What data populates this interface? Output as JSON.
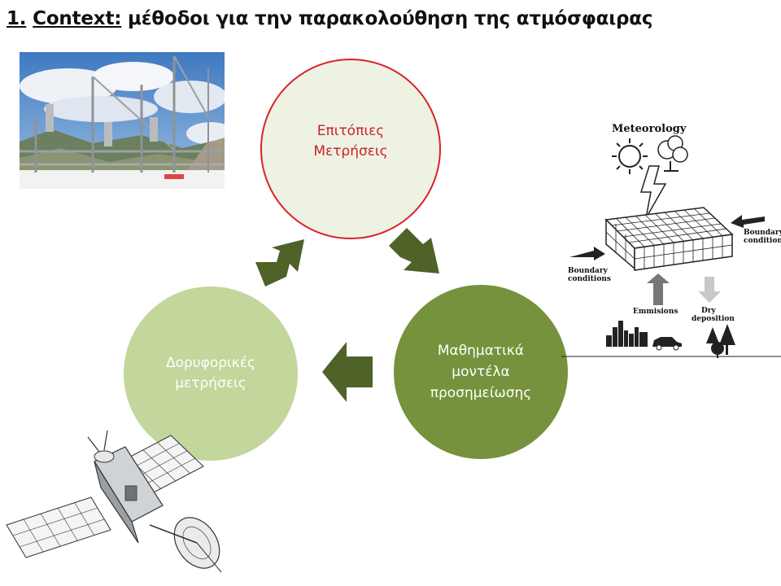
{
  "slide": {
    "title_number": "1.",
    "title_keyword": "Context:",
    "title_rest": " μέθοδοι για την παρακολούθηση της ατμόσφαιρας"
  },
  "cycle": {
    "insitu": "Επιτόπιες\nΜετρήσεις",
    "satellite": "Δορυφορικές\nμετρήσεις",
    "models": "Μαθηματικά\nμοντέλα\nπροσημείωσης"
  },
  "met_figure": {
    "meteorology": "Meteorology",
    "boundary_left_1": "Boundary",
    "boundary_left_2": "conditions",
    "boundary_right_1": "Boundary",
    "boundary_right_2": "conditions",
    "emissions": "Emmisions",
    "dry_1": "Dry",
    "dry_2": "deposition"
  },
  "colors": {
    "arrow": "#4f6228",
    "insitu_border": "#d8232a",
    "satellite_fill": "#c3d69b",
    "models_fill": "#76923c"
  },
  "icons": {
    "arrow_1": "curved-arrow-up-right-icon",
    "arrow_2": "curved-arrow-down-right-icon",
    "arrow_3": "arrow-left-icon"
  }
}
